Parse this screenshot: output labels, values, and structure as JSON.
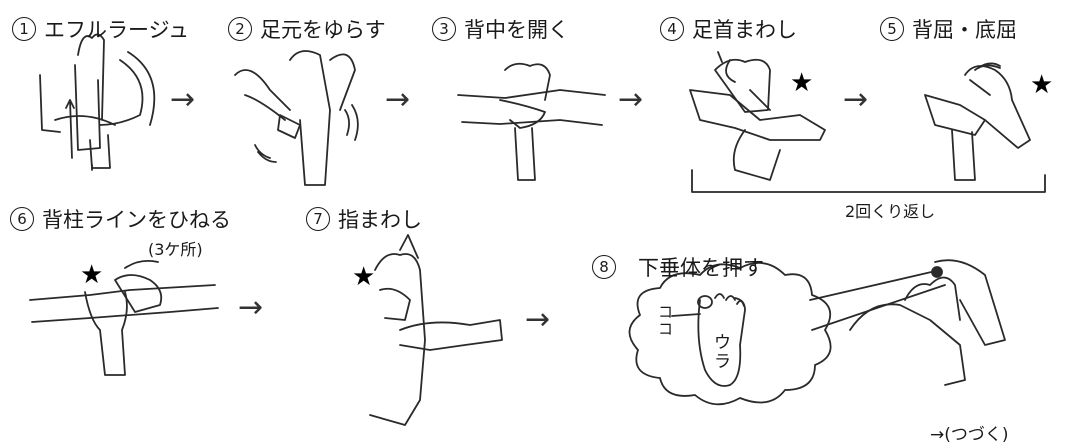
{
  "steps": [
    {
      "num": "1",
      "label": "エフルラージュ"
    },
    {
      "num": "2",
      "label": "足元をゆらす"
    },
    {
      "num": "3",
      "label": "背中を開く"
    },
    {
      "num": "4",
      "label": "足首まわし"
    },
    {
      "num": "5",
      "label": "背屈・底屈"
    },
    {
      "num": "6",
      "label": "背柱ラインをひねる"
    },
    {
      "num": "7",
      "label": "指まわし"
    },
    {
      "num": "8",
      "label": "下垂体を押す"
    }
  ],
  "notes": {
    "repeat": "2回くり返し",
    "locations": "(3ケ所)",
    "here": "ココ",
    "sole": "ウラ",
    "continued": "→(つづく)"
  },
  "icons": {
    "star": "★",
    "arrow": "→"
  }
}
